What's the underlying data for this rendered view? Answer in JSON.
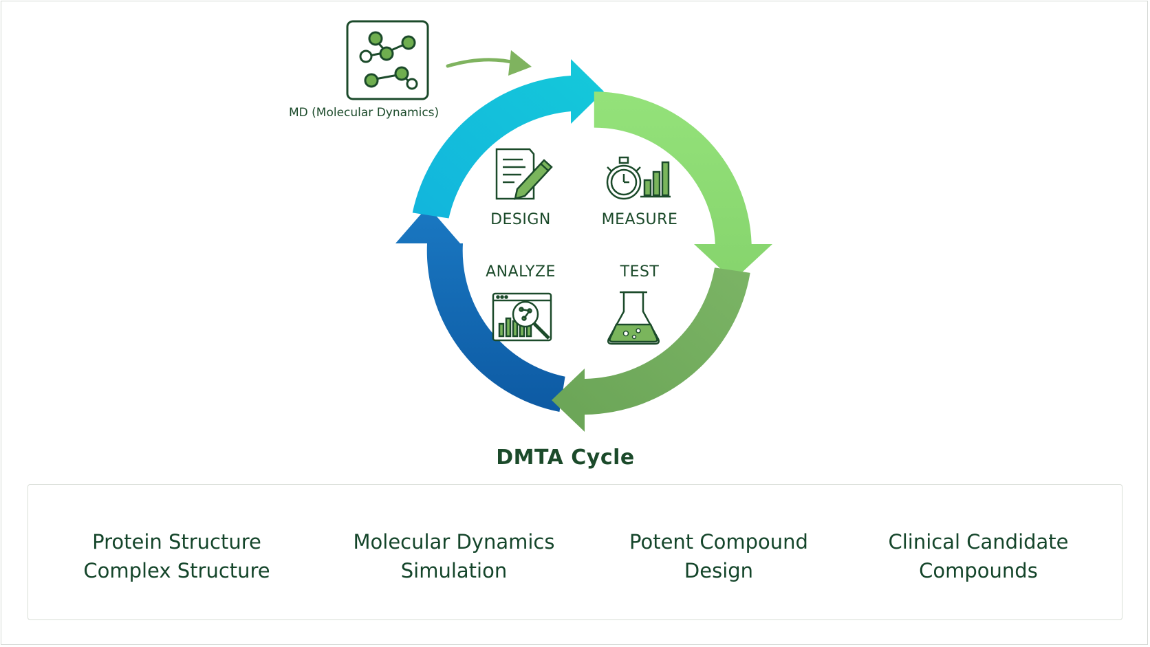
{
  "md_block": {
    "label": "MD (Molecular Dynamics)",
    "icon": "molecule-icon"
  },
  "cycle": {
    "title": "DMTA Cycle",
    "steps": [
      {
        "label": "DESIGN",
        "icon": "document-pencil-icon"
      },
      {
        "label": "MEASURE",
        "icon": "stopwatch-chart-icon"
      },
      {
        "label": "ANALYZE",
        "icon": "analysis-window-icon"
      },
      {
        "label": "TEST",
        "icon": "flask-icon"
      }
    ],
    "colors": {
      "design_arc": "#12c1dc",
      "measure_arc": "#8fdc74",
      "test_arc": "#72a85e",
      "analyze_arc": "#0e5fa8",
      "text": "#1b4a2a"
    }
  },
  "pipeline": {
    "stages": [
      {
        "label": "Protein Structure\nComplex Structure",
        "fill": "#f4f8f2"
      },
      {
        "label": "Molecular Dynamics\nSimulation",
        "fill": "#e7f1e1"
      },
      {
        "label": "Potent Compound\nDesign",
        "fill": "#d7e9cc"
      },
      {
        "label": "Clinical Candidate\nCompounds",
        "fill": "#a8cd8c"
      }
    ]
  }
}
